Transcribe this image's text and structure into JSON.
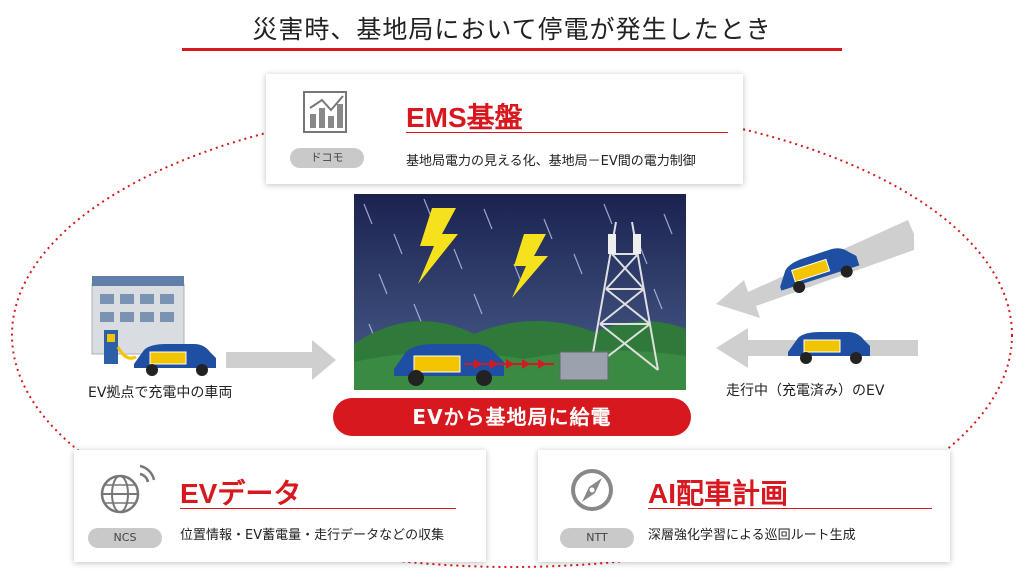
{
  "title": "災害時、基地局において停電が発生したとき",
  "center": {
    "banner": "EVから基地局に給電"
  },
  "left_caption": "EV拠点で充電中の車両",
  "right_caption": "走行中（充電済み）のEV",
  "cards": {
    "ems": {
      "title": "EMS基盤",
      "badge": "ドコモ",
      "desc": "基地局電力の見える化、基地局－EV間の電力制御",
      "icon": "chart-icon"
    },
    "ev_data": {
      "title": "EVデータ",
      "badge": "NCS",
      "desc": "位置情報・EV蓄電量・走行データなどの収集",
      "icon": "globe-signal-icon"
    },
    "ai": {
      "title": "AI配車計画",
      "badge": "NTT",
      "desc": "深層強化学習による巡回ルート生成",
      "icon": "compass-icon"
    }
  },
  "colors": {
    "accent": "#d7181e",
    "car": "#1e4fa3",
    "battery": "#f2c500",
    "storm_sky": "#1d2a5a",
    "arrow_gray": "#cfcfcf"
  }
}
